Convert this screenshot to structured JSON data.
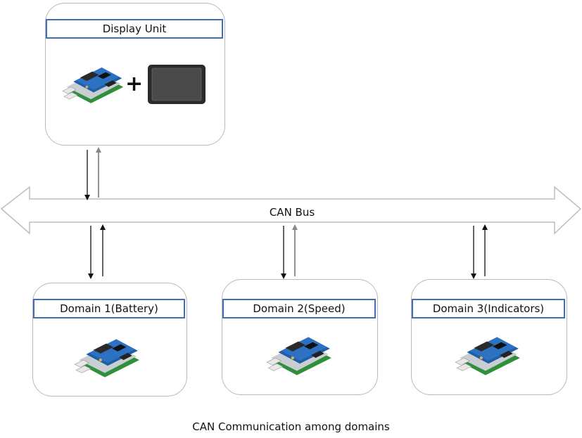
{
  "display_unit": {
    "title": "Display Unit",
    "plus": "+"
  },
  "bus": {
    "label": "CAN Bus"
  },
  "domains": [
    {
      "title": "Domain 1(Battery)"
    },
    {
      "title": "Domain 2(Speed)"
    },
    {
      "title": "Domain 3(Indicators)"
    }
  ],
  "caption": "CAN Communication among domains",
  "colors": {
    "title_border": "#3f6fb7",
    "node_border": "#b9b9b9",
    "bus_border": "#bdbdbd",
    "board_blue": "#1f5fa8",
    "board_green": "#2f8f3a"
  },
  "icons": {
    "board": "raspberry-pi-can-board-icon",
    "screen": "touchscreen-display-icon"
  }
}
